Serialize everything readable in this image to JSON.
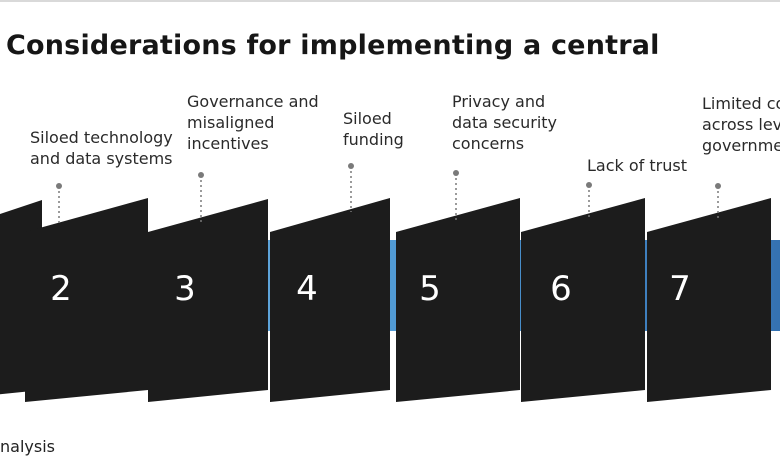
{
  "title": "Considerations for implementing a central",
  "footer": "nalysis",
  "steps": [
    {
      "number": "",
      "label_lines": []
    },
    {
      "number": "2",
      "label_lines": [
        "Siloed technology",
        "and data systems"
      ]
    },
    {
      "number": "3",
      "label_lines": [
        "Governance and",
        "misaligned",
        "incentives"
      ]
    },
    {
      "number": "4",
      "label_lines": [
        "Siloed",
        "funding"
      ]
    },
    {
      "number": "5",
      "label_lines": [
        "Privacy and",
        "data security",
        "concerns"
      ]
    },
    {
      "number": "6",
      "label_lines": [
        "Lack of trust"
      ]
    },
    {
      "number": "7",
      "label_lines": [
        "Limited coo",
        "across leve",
        "governmen"
      ]
    }
  ],
  "colors": {
    "panel": "#1c1c1c",
    "band_light": "#72b4e4",
    "band_mid": "#5aa3d9",
    "band_dark": "#3a7fbf",
    "connector": "#7a7a7a"
  }
}
